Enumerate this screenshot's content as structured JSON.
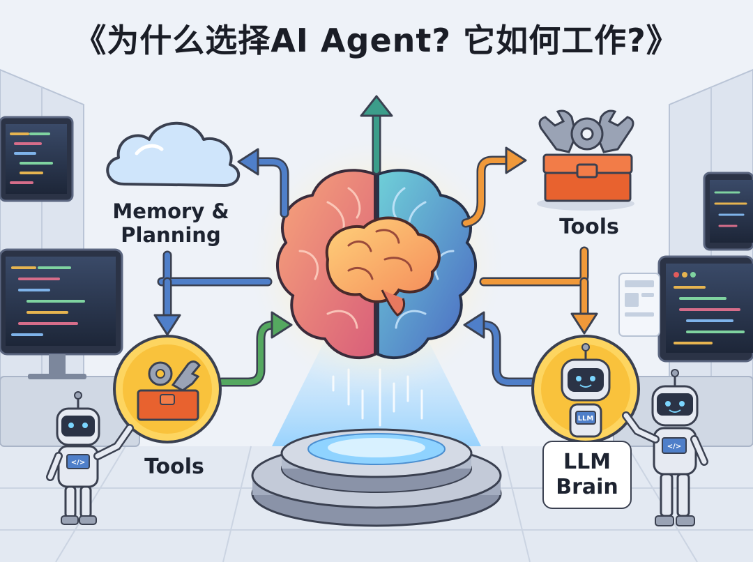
{
  "title": "《为什么选择AI Agent? 它如何工作?》",
  "nodes": {
    "memory": {
      "label": "Memory & Planning"
    },
    "tools_right": {
      "label": "Tools"
    },
    "tools_left": {
      "label": "Tools"
    },
    "llm_brain": {
      "line1": "LLM",
      "line2": "Brain",
      "chest_badge": "LLM"
    }
  },
  "robot_chest_text": "</>",
  "colors": {
    "arrow_blue": "#4f7fc9",
    "arrow_teal": "#3c9d8a",
    "arrow_orange": "#f0993a",
    "arrow_green": "#55a860",
    "brain_left": "#f0866e",
    "brain_right": "#5f9fd8",
    "toolbox": "#f06a3a",
    "node_circle": "#f9c23c"
  }
}
